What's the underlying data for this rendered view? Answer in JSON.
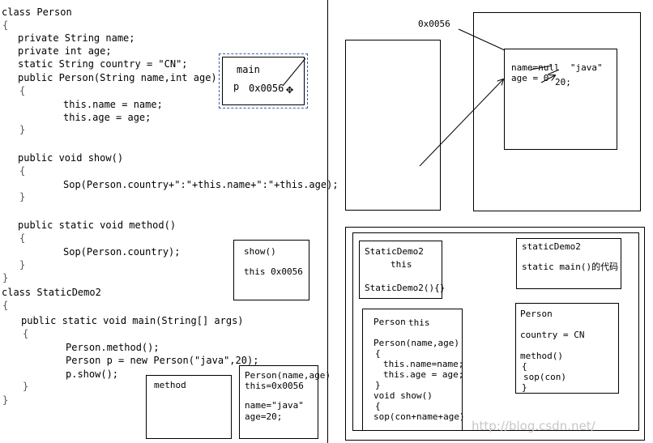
{
  "code": {
    "class_person": "class Person",
    "open1": "{",
    "field_name": "private String name;",
    "field_age": "private int age;",
    "field_country": "static String country = \"CN\";",
    "ctor_sig": "public Person(String name,int age)",
    "ctor_open": "{",
    "ctor_line1": "this.name = name;",
    "ctor_line2": "this.age = age;",
    "ctor_close": "}",
    "show_sig": "public void show()",
    "show_open": "{",
    "show_body": "Sop(Person.country+\":\"+this.name+\":\"+this.age);",
    "show_close": "}",
    "method_sig": "public static void method()",
    "method_open": "{",
    "method_body": "Sop(Person.country);",
    "method_close": "}",
    "close1": "}",
    "class_demo": "class StaticDemo2",
    "open2": "{",
    "main_sig": "public static void main(String[] args)",
    "main_open": "{",
    "main_line1": "Person.method();",
    "main_line2": "Person p = new Person(\"java\",20);",
    "main_line3": "p.show();",
    "main_close": "}",
    "close2": "}"
  },
  "stack_main": {
    "title": "main",
    "var": "p",
    "ref": "0x0056"
  },
  "stack_show": {
    "title": "show()",
    "this": "this 0x0056"
  },
  "stack_method": {
    "title": "method"
  },
  "stack_ctor": {
    "title": "Person(name,age)",
    "this": "this=0x0056",
    "name": "name=\"java\"",
    "age": "age=20;"
  },
  "heap": {
    "address": "0x0056",
    "name_line": "name=null  \"java\"",
    "age_line": "age = 0",
    "age_new": "20;"
  },
  "method_area": {
    "demo_class": {
      "title": "StaticDemo2",
      "this": "this",
      "ctor": "StaticDemo2(){}"
    },
    "person_class": {
      "title": "Person",
      "this": "this",
      "ctor": "Person(name,age)",
      "open": "{",
      "line1": "this.name=name;",
      "line2": "this.age = age;",
      "close": "}",
      "show": "void show()",
      "show_open": "{",
      "show_body": "sop(con+name+age)"
    },
    "static_demo": {
      "title": "staticDemo2",
      "main": "static main()的代码"
    },
    "static_person": {
      "title": "Person",
      "country": "country = CN",
      "method": "method()",
      "open": "{",
      "body": "sop(con)",
      "close": "}"
    }
  },
  "watermark": "http://blog.csdn.net/"
}
